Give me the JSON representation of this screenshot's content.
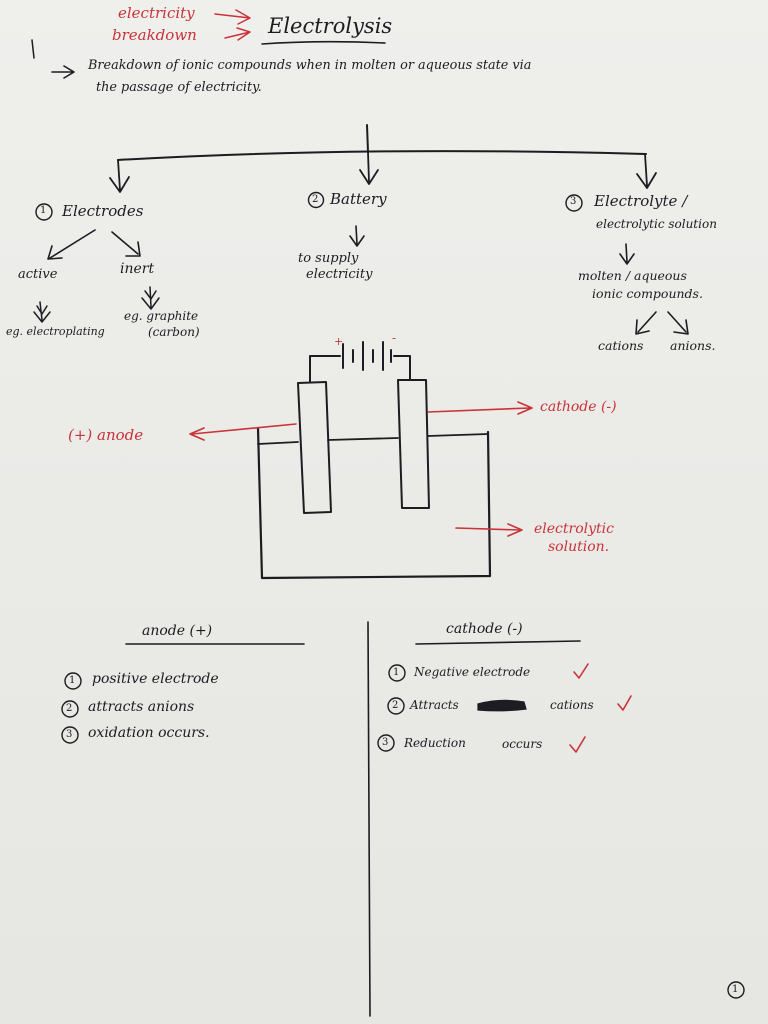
{
  "header": {
    "note_red_1": "electricity",
    "note_red_2": "breakdown",
    "title": "Electrolysis"
  },
  "definition": {
    "line1": "Breakdown of ionic compounds when in molten or aqueous state via",
    "line2": "the passage of electricity."
  },
  "branches": {
    "electrodes": {
      "number": "1",
      "label": "Electrodes",
      "active": "active",
      "active_example": "eg. electroplating",
      "inert": "inert",
      "inert_example_1": "eg. graphite",
      "inert_example_2": "(carbon)"
    },
    "battery": {
      "number": "2",
      "label": "Battery",
      "purpose_1": "to supply",
      "purpose_2": "electricity"
    },
    "electrolyte": {
      "number": "3",
      "label_1": "Electrolyte /",
      "label_2": "electrolytic solution",
      "desc_1": "molten / aqueous",
      "desc_2": "ionic compounds.",
      "cations": "cations",
      "anions": "anions."
    }
  },
  "diagram": {
    "plus": "+",
    "minus": "-",
    "cathode_label": "cathode (-)",
    "anode_label": "(+) anode",
    "solution_label_1": "electrolytic",
    "solution_label_2": "solution."
  },
  "comparison": {
    "anode": {
      "heading": "anode (+)",
      "items": [
        {
          "num": "1",
          "text": "positive electrode"
        },
        {
          "num": "2",
          "text": "attracts anions"
        },
        {
          "num": "3",
          "text": "oxidation occurs."
        }
      ]
    },
    "cathode": {
      "heading": "cathode (-)",
      "items": [
        {
          "num": "1",
          "text": "Negative electrode"
        },
        {
          "num": "2",
          "text": "Attracts",
          "text2": "cations"
        },
        {
          "num": "3",
          "text": "Reduction",
          "text2": "occurs"
        }
      ]
    }
  },
  "page_number": "1",
  "colors": {
    "ink": "#1c1c22",
    "red_ink": "#c9333a",
    "paper": "#ebebe8"
  }
}
